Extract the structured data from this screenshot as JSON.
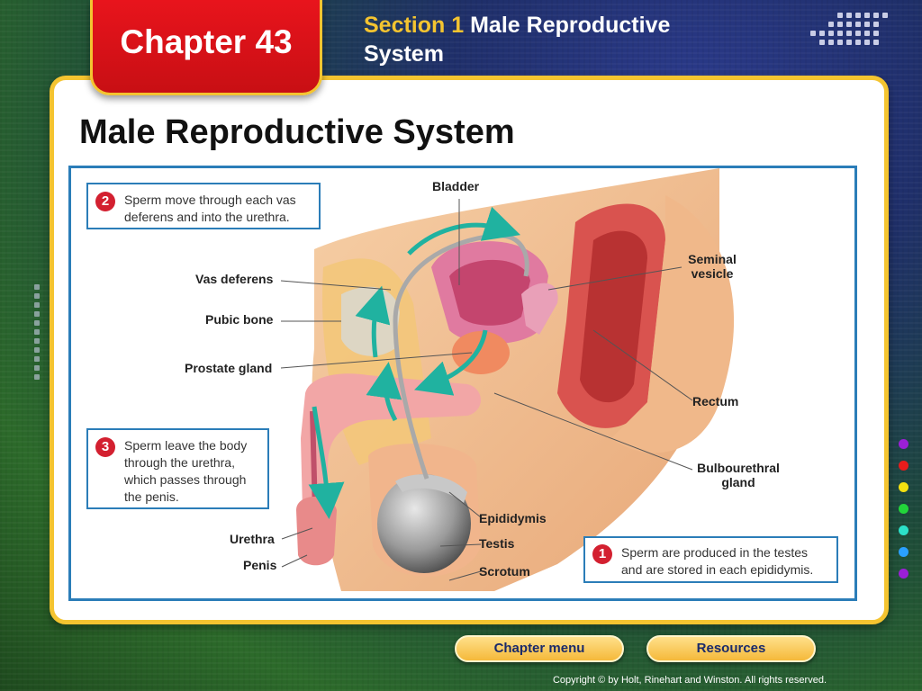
{
  "header": {
    "chapter_label": "Chapter 43",
    "section_label": "Section 1",
    "section_title": "Male Reproductive System"
  },
  "slide": {
    "title": "Male Reproductive System"
  },
  "figure": {
    "labels": {
      "bladder": "Bladder",
      "vas_deferens": "Vas deferens",
      "pubic_bone": "Pubic bone",
      "prostate_gland": "Prostate gland",
      "seminal_vesicle_1": "Seminal",
      "seminal_vesicle_2": "vesicle",
      "rectum": "Rectum",
      "bulbourethral_1": "Bulbourethral",
      "bulbourethral_2": "gland",
      "epididymis": "Epididymis",
      "testis": "Testis",
      "scrotum": "Scrotum",
      "urethra": "Urethra",
      "penis": "Penis"
    },
    "callouts": [
      {
        "number": "2",
        "lines": [
          "Sperm move through each vas",
          "deferens and into the urethra."
        ]
      },
      {
        "number": "3",
        "lines": [
          "Sperm leave the body",
          "through the urethra,",
          "which passes through",
          "the penis."
        ]
      },
      {
        "number": "1",
        "lines": [
          "Sperm are produced in the testes",
          "and are stored in each epididymis."
        ]
      }
    ]
  },
  "nav": {
    "chapter_menu": "Chapter menu",
    "resources": "Resources"
  },
  "footer": {
    "copyright": "Copyright © by Holt, Rinehart and Winston. All rights reserved."
  },
  "colors": {
    "chapter_tab": "#e8141c",
    "frame": "#f4c430",
    "figure_border": "#2b7db8",
    "arrow": "#20b2a0",
    "side_dots": [
      "#9b1fd6",
      "#e81c1c",
      "#f4e010",
      "#22d63a",
      "#2ce0c8",
      "#2aa0ff",
      "#9b1fd6"
    ]
  }
}
